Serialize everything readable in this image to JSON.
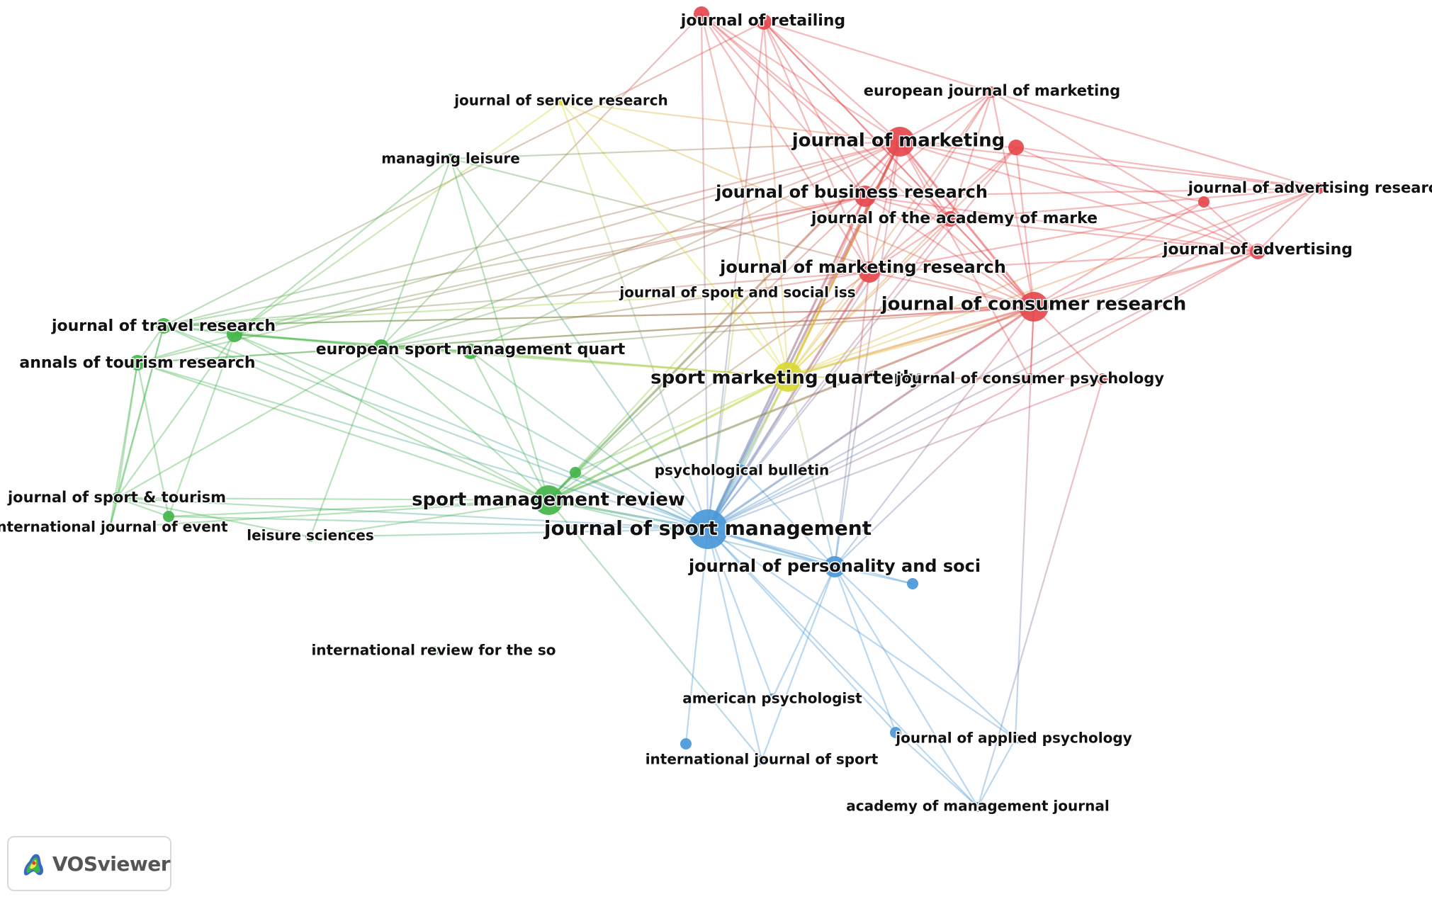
{
  "logo": {
    "text": "VOSviewer"
  },
  "colors": {
    "red": "#e5484d",
    "green": "#43b54a",
    "blue": "#4a98d8",
    "yellow": "#d9d935",
    "label": "#111111"
  },
  "nodes": [
    {
      "id": "jretail",
      "label": "journal of retailing",
      "cluster": "red",
      "weight": 3
    },
    {
      "id": "jretail2",
      "label": "",
      "cluster": "red",
      "weight": 3
    },
    {
      "id": "jsr",
      "label": "journal of service research",
      "cluster": "yellow",
      "weight": 0
    },
    {
      "id": "ejm",
      "label": "european journal of marketing",
      "cluster": "red",
      "weight": 2
    },
    {
      "id": "jm",
      "label": "journal of marketing",
      "cluster": "red",
      "weight": 5
    },
    {
      "id": "red_a",
      "label": "",
      "cluster": "red",
      "weight": 3
    },
    {
      "id": "ml",
      "label": "managing leisure",
      "cluster": "green",
      "weight": 1
    },
    {
      "id": "jbr",
      "label": "journal of business research",
      "cluster": "red",
      "weight": 4
    },
    {
      "id": "jadvres",
      "label": "journal of advertising research",
      "cluster": "red",
      "weight": 2
    },
    {
      "id": "red_b",
      "label": "",
      "cluster": "red",
      "weight": 2
    },
    {
      "id": "jams",
      "label": "journal of the academy of marke",
      "cluster": "red",
      "weight": 3
    },
    {
      "id": "jadv",
      "label": "journal of advertising",
      "cluster": "red",
      "weight": 3
    },
    {
      "id": "jmr",
      "label": "journal of marketing research",
      "cluster": "red",
      "weight": 4
    },
    {
      "id": "jcr",
      "label": "journal of consumer research",
      "cluster": "red",
      "weight": 5
    },
    {
      "id": "jssi",
      "label": "journal of sport and social iss",
      "cluster": "yellow",
      "weight": 1
    },
    {
      "id": "jtr",
      "label": "journal of travel research",
      "cluster": "green",
      "weight": 3
    },
    {
      "id": "green_a",
      "label": "",
      "cluster": "green",
      "weight": 3
    },
    {
      "id": "atr",
      "label": "annals of tourism research",
      "cluster": "green",
      "weight": 3
    },
    {
      "id": "esmq",
      "label": "european sport management quart",
      "cluster": "green",
      "weight": 3
    },
    {
      "id": "green_b",
      "label": "",
      "cluster": "green",
      "weight": 3
    },
    {
      "id": "smq",
      "label": "sport marketing quarterly",
      "cluster": "yellow",
      "weight": 5
    },
    {
      "id": "jcp",
      "label": "journal of consumer psychology",
      "cluster": "red",
      "weight": 2
    },
    {
      "id": "red_c",
      "label": "",
      "cluster": "red",
      "weight": 2
    },
    {
      "id": "pb",
      "label": "psychological bulletin",
      "cluster": "blue",
      "weight": 1
    },
    {
      "id": "green_c",
      "label": "",
      "cluster": "green",
      "weight": 2
    },
    {
      "id": "jst",
      "label": "journal of sport & tourism",
      "cluster": "green",
      "weight": 2
    },
    {
      "id": "ije",
      "label": "international journal of event",
      "cluster": "green",
      "weight": 1
    },
    {
      "id": "green_d",
      "label": "",
      "cluster": "green",
      "weight": 2
    },
    {
      "id": "ls",
      "label": "leisure sciences",
      "cluster": "green",
      "weight": 1
    },
    {
      "id": "smr",
      "label": "sport management review",
      "cluster": "green",
      "weight": 5
    },
    {
      "id": "jsm",
      "label": "journal of sport management",
      "cluster": "blue",
      "weight": 6
    },
    {
      "id": "jpsp",
      "label": "journal of personality and soci",
      "cluster": "blue",
      "weight": 4
    },
    {
      "id": "blue_a",
      "label": "",
      "cluster": "blue",
      "weight": 2
    },
    {
      "id": "irsoc",
      "label": "international review for the so",
      "cluster": "green",
      "weight": 1
    },
    {
      "id": "ap",
      "label": "american psychologist",
      "cluster": "blue",
      "weight": 1
    },
    {
      "id": "blue_b",
      "label": "",
      "cluster": "blue",
      "weight": 2
    },
    {
      "id": "jap",
      "label": "journal of applied psychology",
      "cluster": "blue",
      "weight": 1
    },
    {
      "id": "blue_c",
      "label": "",
      "cluster": "blue",
      "weight": 2
    },
    {
      "id": "ijs",
      "label": "international journal of sport",
      "cluster": "blue",
      "weight": 1
    },
    {
      "id": "amj",
      "label": "academy of management journal",
      "cluster": "blue",
      "weight": 1
    }
  ],
  "edges": [
    [
      "jretail",
      "jm"
    ],
    [
      "jretail",
      "jbr"
    ],
    [
      "jretail",
      "jcr"
    ],
    [
      "jretail",
      "jmr"
    ],
    [
      "jretail",
      "jsm"
    ],
    [
      "jretail",
      "smq"
    ],
    [
      "jretail",
      "jams"
    ],
    [
      "jretail",
      "esmq"
    ],
    [
      "jretail2",
      "jm"
    ],
    [
      "jretail2",
      "jcr"
    ],
    [
      "jretail2",
      "jbr"
    ],
    [
      "jretail2",
      "jsm"
    ],
    [
      "jretail2",
      "smq"
    ],
    [
      "jretail2",
      "jmr"
    ],
    [
      "jretail2",
      "jams"
    ],
    [
      "jretail2",
      "ejm"
    ],
    [
      "jretail2",
      "jtr"
    ],
    [
      "ejm",
      "jm"
    ],
    [
      "ejm",
      "jbr"
    ],
    [
      "ejm",
      "jcr"
    ],
    [
      "ejm",
      "jadvres"
    ],
    [
      "ejm",
      "jadv"
    ],
    [
      "ejm",
      "jsm"
    ],
    [
      "ejm",
      "smq"
    ],
    [
      "ejm",
      "jams"
    ],
    [
      "jm",
      "jcr"
    ],
    [
      "jm",
      "jmr"
    ],
    [
      "jm",
      "jbr"
    ],
    [
      "jm",
      "jams"
    ],
    [
      "jm",
      "jadvres"
    ],
    [
      "jm",
      "jadv"
    ],
    [
      "jm",
      "smq"
    ],
    [
      "jm",
      "jsm"
    ],
    [
      "jm",
      "smr"
    ],
    [
      "jm",
      "jtr"
    ],
    [
      "jm",
      "esmq"
    ],
    [
      "jm",
      "red_a"
    ],
    [
      "jm",
      "jcp"
    ],
    [
      "jm",
      "jpsp"
    ],
    [
      "red_a",
      "jcr"
    ],
    [
      "red_a",
      "jadvres"
    ],
    [
      "red_a",
      "jadv"
    ],
    [
      "red_a",
      "jsm"
    ],
    [
      "red_a",
      "smq"
    ],
    [
      "red_a",
      "jmr"
    ],
    [
      "jbr",
      "jcr"
    ],
    [
      "jbr",
      "jmr"
    ],
    [
      "jbr",
      "jams"
    ],
    [
      "jbr",
      "smq"
    ],
    [
      "jbr",
      "jsm"
    ],
    [
      "jbr",
      "smr"
    ],
    [
      "jbr",
      "jtr"
    ],
    [
      "jbr",
      "esmq"
    ],
    [
      "jbr",
      "jadvres"
    ],
    [
      "jbr",
      "jadv"
    ],
    [
      "jams",
      "jcr"
    ],
    [
      "jams",
      "jmr"
    ],
    [
      "jams",
      "smq"
    ],
    [
      "jams",
      "jsm"
    ],
    [
      "jams",
      "jadvres"
    ],
    [
      "jams",
      "jadv"
    ],
    [
      "jadvres",
      "jadv"
    ],
    [
      "jadvres",
      "jcr"
    ],
    [
      "jadvres",
      "smq"
    ],
    [
      "jadvres",
      "jsm"
    ],
    [
      "jadvres",
      "jmr"
    ],
    [
      "red_b",
      "jcr"
    ],
    [
      "red_b",
      "jadv"
    ],
    [
      "red_b",
      "smq"
    ],
    [
      "red_b",
      "jm"
    ],
    [
      "jadv",
      "jcr"
    ],
    [
      "jadv",
      "smq"
    ],
    [
      "jadv",
      "jsm"
    ],
    [
      "jadv",
      "jmr"
    ],
    [
      "jadv",
      "jcp"
    ],
    [
      "jmr",
      "jcr"
    ],
    [
      "jmr",
      "smq"
    ],
    [
      "jmr",
      "jsm"
    ],
    [
      "jmr",
      "smr"
    ],
    [
      "jmr",
      "jtr"
    ],
    [
      "jmr",
      "esmq"
    ],
    [
      "jmr",
      "jpsp"
    ],
    [
      "jcr",
      "smq"
    ],
    [
      "jcr",
      "jsm"
    ],
    [
      "jcr",
      "smr"
    ],
    [
      "jcr",
      "jpsp"
    ],
    [
      "jcr",
      "jcp"
    ],
    [
      "jcr",
      "red_c"
    ],
    [
      "jcr",
      "jtr"
    ],
    [
      "jcr",
      "esmq"
    ],
    [
      "jcr",
      "atr"
    ],
    [
      "jcr",
      "jap"
    ],
    [
      "jcp",
      "jsm"
    ],
    [
      "jcp",
      "smq"
    ],
    [
      "jcp",
      "jpsp"
    ],
    [
      "red_c",
      "jsm"
    ],
    [
      "red_c",
      "smq"
    ],
    [
      "red_c",
      "amj"
    ],
    [
      "jsr",
      "smq"
    ],
    [
      "jsr",
      "jsm"
    ],
    [
      "jsr",
      "jm"
    ],
    [
      "jsr",
      "jcr"
    ],
    [
      "jsr",
      "green_a"
    ],
    [
      "jssi",
      "jsm"
    ],
    [
      "jssi",
      "smq"
    ],
    [
      "jssi",
      "smr"
    ],
    [
      "jssi",
      "jtr"
    ],
    [
      "ml",
      "smr"
    ],
    [
      "ml",
      "jsm"
    ],
    [
      "ml",
      "green_a"
    ],
    [
      "ml",
      "esmq"
    ],
    [
      "ml",
      "jcr"
    ],
    [
      "ml",
      "jm"
    ],
    [
      "jtr",
      "green_a"
    ],
    [
      "jtr",
      "atr"
    ],
    [
      "jtr",
      "smr"
    ],
    [
      "jtr",
      "jsm"
    ],
    [
      "jtr",
      "jst"
    ],
    [
      "jtr",
      "esmq"
    ],
    [
      "jtr",
      "jcr"
    ],
    [
      "jtr",
      "ije"
    ],
    [
      "green_a",
      "atr"
    ],
    [
      "green_a",
      "esmq"
    ],
    [
      "green_a",
      "green_b"
    ],
    [
      "green_a",
      "smr"
    ],
    [
      "green_a",
      "jsm"
    ],
    [
      "green_a",
      "smq"
    ],
    [
      "green_a",
      "jst"
    ],
    [
      "green_a",
      "green_d"
    ],
    [
      "green_a",
      "jm"
    ],
    [
      "green_a",
      "jbr"
    ],
    [
      "atr",
      "jst"
    ],
    [
      "atr",
      "ije"
    ],
    [
      "atr",
      "smr"
    ],
    [
      "atr",
      "jsm"
    ],
    [
      "atr",
      "esmq"
    ],
    [
      "atr",
      "green_d"
    ],
    [
      "atr",
      "jbr"
    ],
    [
      "esmq",
      "green_b"
    ],
    [
      "esmq",
      "smr"
    ],
    [
      "esmq",
      "jsm"
    ],
    [
      "esmq",
      "smq"
    ],
    [
      "esmq",
      "ls"
    ],
    [
      "esmq",
      "jst"
    ],
    [
      "green_b",
      "smr"
    ],
    [
      "green_b",
      "jsm"
    ],
    [
      "green_b",
      "smq"
    ],
    [
      "green_b",
      "jcr"
    ],
    [
      "green_b",
      "jm"
    ],
    [
      "smq",
      "jsm"
    ],
    [
      "smq",
      "smr"
    ],
    [
      "smq",
      "jpsp"
    ],
    [
      "smq",
      "pb"
    ],
    [
      "smq",
      "green_c"
    ],
    [
      "smq",
      "jm"
    ],
    [
      "smr",
      "jsm"
    ],
    [
      "smr",
      "jst"
    ],
    [
      "smr",
      "jpsp"
    ],
    [
      "smr",
      "ls"
    ],
    [
      "smr",
      "green_c"
    ],
    [
      "smr",
      "ijs"
    ],
    [
      "smr",
      "ije"
    ],
    [
      "jsm",
      "jpsp"
    ],
    [
      "jsm",
      "pb"
    ],
    [
      "jsm",
      "jst"
    ],
    [
      "jsm",
      "ls"
    ],
    [
      "jsm",
      "ap"
    ],
    [
      "jsm",
      "ijs"
    ],
    [
      "jsm",
      "blue_b"
    ],
    [
      "jsm",
      "blue_c"
    ],
    [
      "jsm",
      "jap"
    ],
    [
      "jsm",
      "amj"
    ],
    [
      "jsm",
      "green_c"
    ],
    [
      "jsm",
      "green_d"
    ],
    [
      "jsm",
      "blue_a"
    ],
    [
      "jpsp",
      "blue_a"
    ],
    [
      "jpsp",
      "pb"
    ],
    [
      "jpsp",
      "ap"
    ],
    [
      "jpsp",
      "blue_b"
    ],
    [
      "jpsp",
      "jap"
    ],
    [
      "jpsp",
      "amj"
    ],
    [
      "jpsp",
      "ijs"
    ],
    [
      "blue_b",
      "amj"
    ],
    [
      "jap",
      "amj"
    ],
    [
      "jst",
      "ije"
    ],
    [
      "jst",
      "green_d"
    ],
    [
      "jst",
      "ls"
    ],
    [
      "green_d",
      "smr"
    ]
  ]
}
